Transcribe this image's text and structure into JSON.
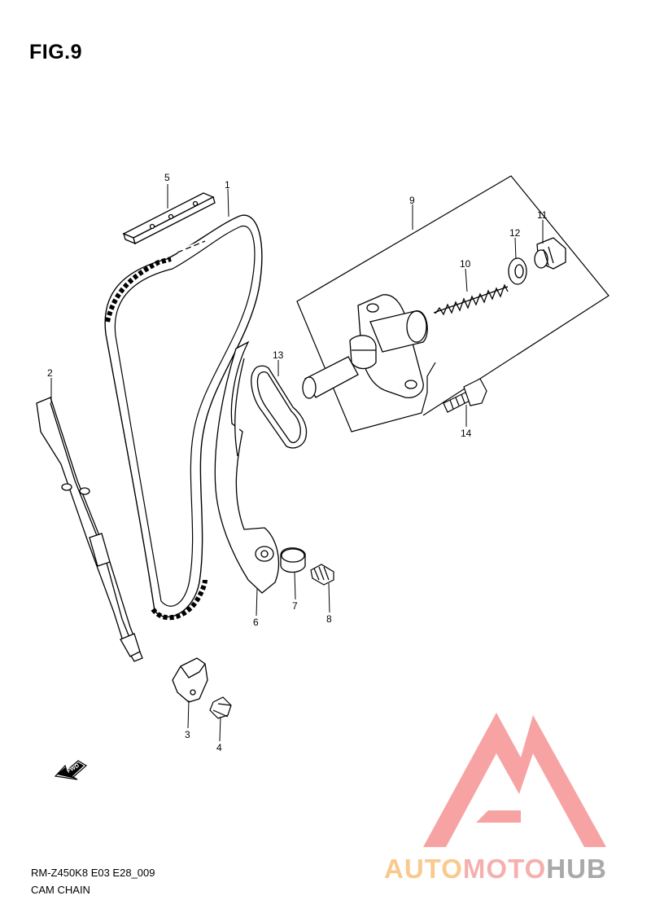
{
  "figure": {
    "title": "FIG.9"
  },
  "parts": [
    {
      "id": "1",
      "label": "1"
    },
    {
      "id": "2",
      "label": "2"
    },
    {
      "id": "3",
      "label": "3"
    },
    {
      "id": "4",
      "label": "4"
    },
    {
      "id": "5",
      "label": "5"
    },
    {
      "id": "6",
      "label": "6"
    },
    {
      "id": "7",
      "label": "7"
    },
    {
      "id": "8",
      "label": "8"
    },
    {
      "id": "9",
      "label": "9"
    },
    {
      "id": "10",
      "label": "10"
    },
    {
      "id": "11",
      "label": "11"
    },
    {
      "id": "12",
      "label": "12"
    },
    {
      "id": "13",
      "label": "13"
    },
    {
      "id": "14",
      "label": "14"
    }
  ],
  "fwd_arrow": {
    "label": "FWD",
    "icon": "fwd-arrow-icon"
  },
  "footer": {
    "model_code": "RM-Z450K8 E03 E28_009",
    "caption": "CAM CHAIN"
  },
  "watermark": {
    "part_a": "AUTO",
    "part_b": "MOTO",
    "part_c": "HUB",
    "colors": {
      "logo": "#f7a3a3",
      "auto": "#f9c98d",
      "moto": "#f5b0ad",
      "hub": "#a9a9a9"
    }
  }
}
